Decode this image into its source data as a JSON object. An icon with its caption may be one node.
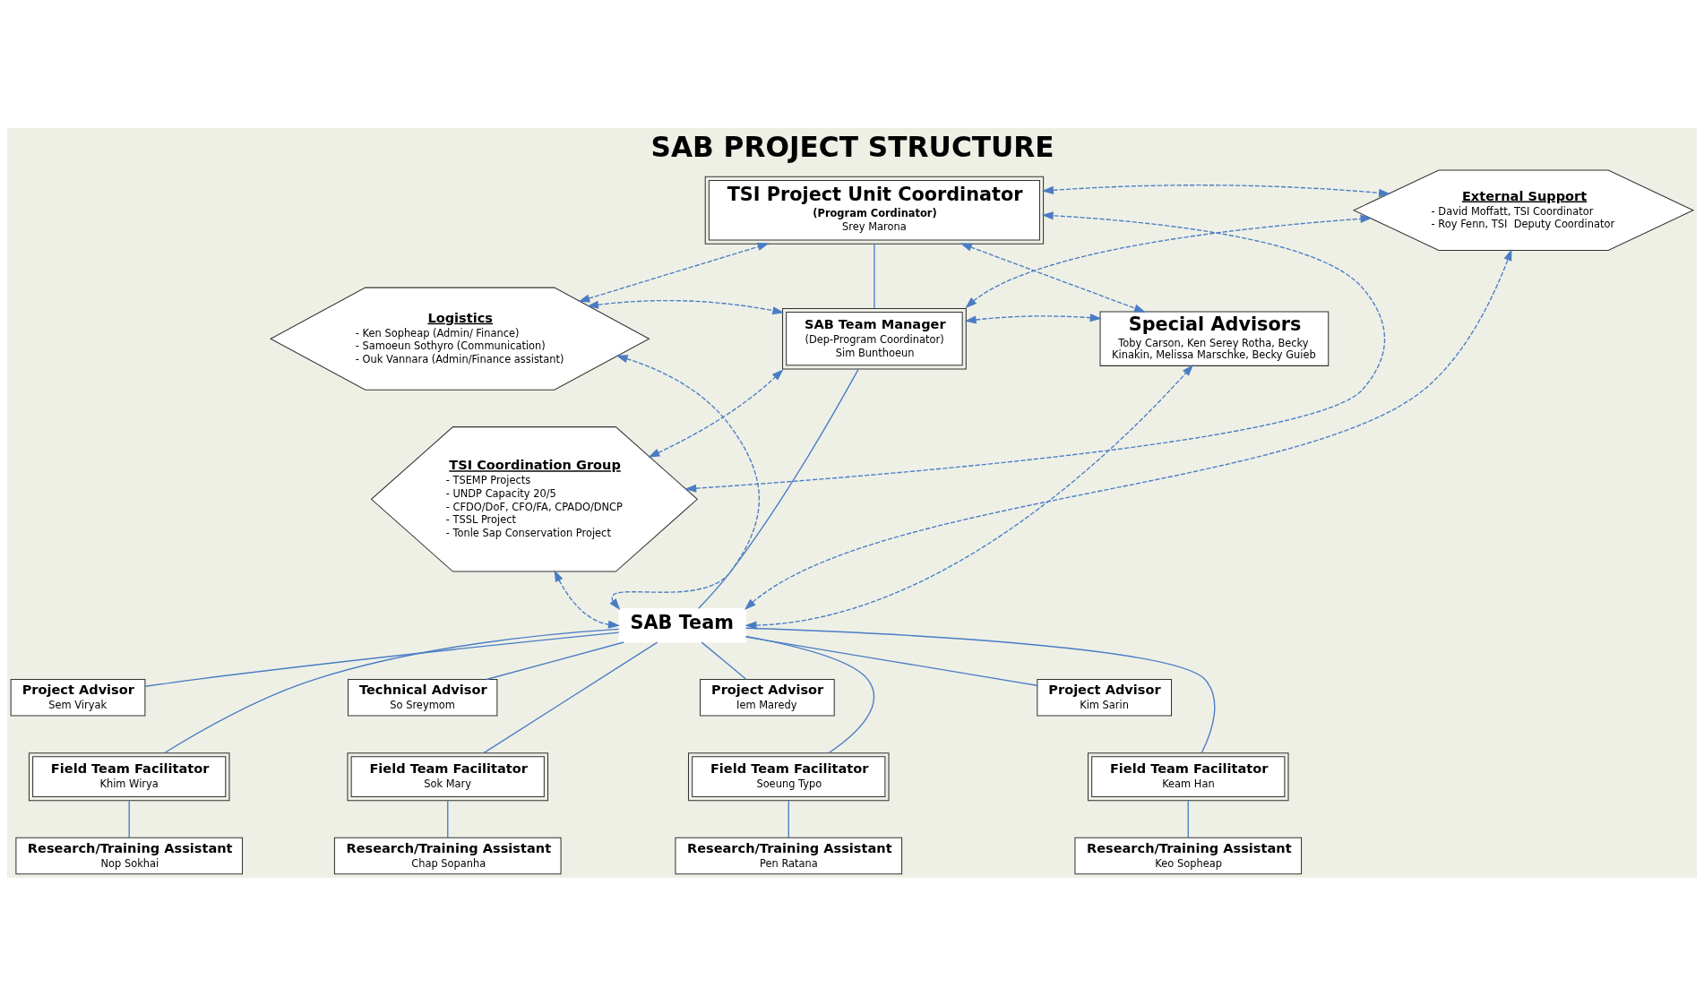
{
  "diagram": {
    "title": "SAB PROJECT STRUCTURE",
    "nodes": [
      {
        "text": [
          "TSI Project Unit Coordinator",
          "(Program Cordinator)",
          "Srey Marona"
        ]
      },
      {
        "text": [
          "External Support",
          "- David Moffatt, TSI Coordinator",
          "- Roy Fenn, TSI  Deputy Coordinator"
        ]
      },
      {
        "text": [
          "Logistics",
          "- Ken Sopheap (Admin/ Finance)",
          "- Samoeun Sothyro (Communication)",
          "- Ouk Vannara (Admin/Finance assistant)"
        ]
      },
      {
        "text": [
          "SAB Team Manager",
          "(Dep-Program Coordinator)",
          "Sim Bunthoeun"
        ]
      },
      {
        "text": [
          "Special Advisors",
          "Toby Carson, Ken Serey Rotha, Becky Kinakin, Melissa Marschke, Becky Guieb"
        ]
      },
      {
        "text": [
          "TSI Coordination Group",
          "- TSEMP Projects",
          "- UNDP Capacity 20/5",
          "- CFDO/DoF, CFO/FA, CPADO/DNCP",
          "- TSSL Project",
          "- Tonle Sap Conservation Project"
        ]
      },
      {
        "text": [
          "SAB Team"
        ]
      },
      {
        "text": [
          "Project Advisor",
          "Sem Viryak"
        ]
      },
      {
        "text": [
          "Technical Advisor",
          "So Sreymom"
        ]
      },
      {
        "text": [
          "Project Advisor",
          "Iem Maredy"
        ]
      },
      {
        "text": [
          "Project Advisor",
          "Kim Sarin"
        ]
      },
      {
        "text": [
          "Field Team Facilitator",
          "Khim Wirya"
        ]
      },
      {
        "text": [
          "Field Team Facilitator",
          "Sok Mary"
        ]
      },
      {
        "text": [
          "Field Team Facilitator",
          "Soeung Typo"
        ]
      },
      {
        "text": [
          "Field Team Facilitator",
          "Keam Han"
        ]
      },
      {
        "text": [
          "Research/Training Assistant",
          "Nop Sokhai"
        ]
      },
      {
        "text": [
          "Research/Training Assistant",
          "Chap Sopanha"
        ]
      },
      {
        "text": [
          "Research/Training Assistant",
          "Pen Ratana"
        ]
      },
      {
        "text": [
          "Research/Training Assistant",
          "Keo Sopheap"
        ]
      }
    ],
    "edges": [
      {
        "from": 0,
        "to": 3,
        "arrow": "none"
      },
      {
        "from": 3,
        "to": 6,
        "arrow": "none"
      },
      {
        "from": 6,
        "to": 7,
        "arrow": "none"
      },
      {
        "from": 6,
        "to": 8,
        "arrow": "none"
      },
      {
        "from": 6,
        "to": 9,
        "arrow": "none"
      },
      {
        "from": 6,
        "to": 10,
        "arrow": "none"
      },
      {
        "from": 6,
        "to": 11,
        "arrow": "none"
      },
      {
        "from": 6,
        "to": 12,
        "arrow": "none"
      },
      {
        "from": 6,
        "to": 13,
        "arrow": "none"
      },
      {
        "from": 6,
        "to": 14,
        "arrow": "none"
      },
      {
        "from": 11,
        "to": 15,
        "arrow": "none"
      },
      {
        "from": 12,
        "to": 16,
        "arrow": "none"
      },
      {
        "from": 13,
        "to": 17,
        "arrow": "none"
      },
      {
        "from": 14,
        "to": 18,
        "arrow": "none"
      },
      {
        "from": 2,
        "to": 0,
        "arrow": "both",
        "style": "dashed"
      },
      {
        "from": 5,
        "to": 0,
        "arrow": "both",
        "style": "dashed"
      },
      {
        "from": 2,
        "to": 3,
        "arrow": "both",
        "style": "dashed"
      },
      {
        "from": 5,
        "to": 3,
        "arrow": "both",
        "style": "dashed"
      },
      {
        "from": 2,
        "to": 6,
        "arrow": "both",
        "style": "dashed"
      },
      {
        "from": 5,
        "to": 6,
        "arrow": "both",
        "style": "dashed"
      },
      {
        "from": 0,
        "to": 1,
        "arrow": "both",
        "style": "dashed"
      },
      {
        "from": 0,
        "to": 4,
        "arrow": "both",
        "style": "dashed"
      },
      {
        "from": 3,
        "to": 1,
        "arrow": "both",
        "style": "dashed"
      },
      {
        "from": 3,
        "to": 4,
        "arrow": "both",
        "style": "dashed"
      },
      {
        "from": 6,
        "to": 1,
        "arrow": "both",
        "style": "dashed"
      },
      {
        "from": 6,
        "to": 4,
        "arrow": "both",
        "style": "dashed"
      }
    ]
  }
}
